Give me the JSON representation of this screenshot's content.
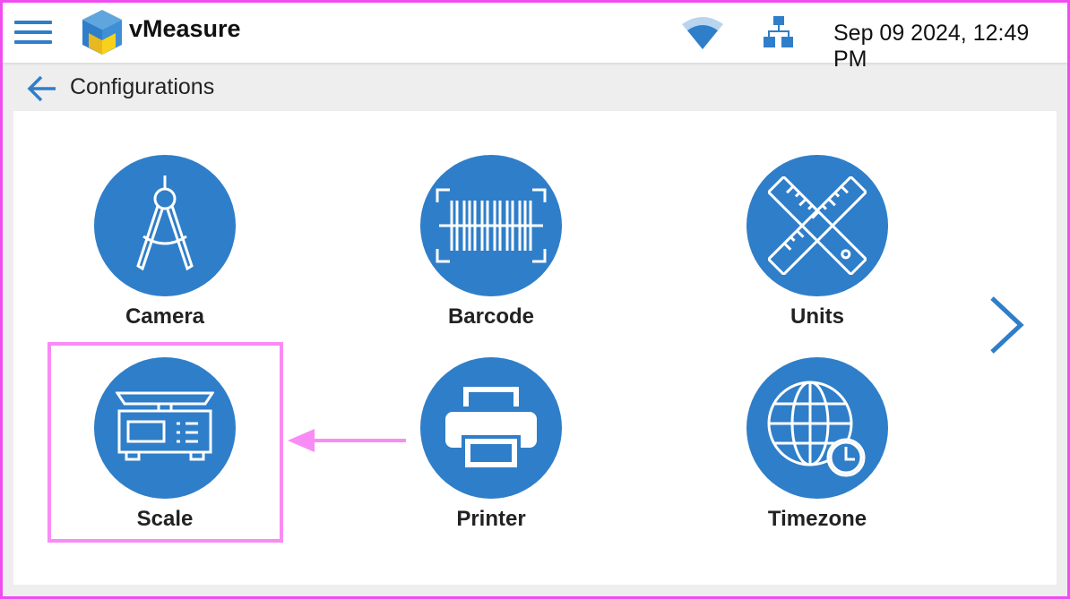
{
  "header": {
    "app_name": "vMeasure",
    "datetime": "Sep 09 2024, 12:49 PM"
  },
  "page": {
    "title": "Configurations"
  },
  "tiles": [
    {
      "label": "Camera",
      "icon": "compass-icon"
    },
    {
      "label": "Barcode",
      "icon": "barcode-icon"
    },
    {
      "label": "Units",
      "icon": "rulers-icon"
    },
    {
      "label": "Scale",
      "icon": "scale-icon"
    },
    {
      "label": "Printer",
      "icon": "printer-icon"
    },
    {
      "label": "Timezone",
      "icon": "globe-clock-icon"
    }
  ],
  "colors": {
    "accent": "#2f7ec9",
    "highlight": "#f98bf5",
    "logo_yellow": "#f5c518"
  }
}
